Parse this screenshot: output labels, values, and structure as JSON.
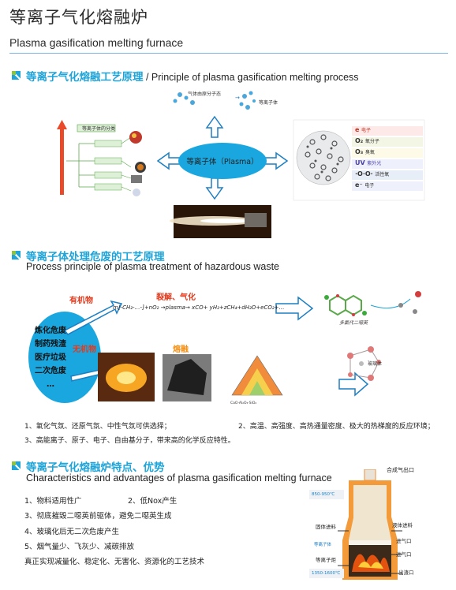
{
  "header": {
    "title_zh": "等离子气化熔融炉",
    "title_en": "Plasma gasification melting furnace"
  },
  "section1": {
    "heading_zh": "等离子气化熔融工艺原理",
    "heading_en": " / Principle of plasma gasification melting process",
    "center_label": "等离子体（Plasma）",
    "tree_title": "等离子体的分类",
    "top_note_a": "气体由原分子态",
    "top_note_b": "等离子体",
    "particles": [
      {
        "sym": "e",
        "text": "电子"
      },
      {
        "sym": "O₂",
        "text": "氧分子"
      },
      {
        "sym": "O₃",
        "text": "臭氧"
      },
      {
        "sym": "UV",
        "text": "紫外光"
      },
      {
        "sym": "·O·O·",
        "text": "活性氧"
      },
      {
        "sym": "e⁻",
        "text": "电子"
      }
    ]
  },
  "section2": {
    "heading_zh": "等离子体处理危废的工艺原理",
    "heading_en": "Process principle of plasma treatment of hazardous waste",
    "waste_items": [
      "炼化危废",
      "制药残渣",
      "医疗垃圾",
      "二次危废",
      "…"
    ],
    "organic": "有机物",
    "inorganic": "无机物",
    "pyrolysis": "裂解、气化",
    "melting": "熔融",
    "equation": "m[-CH₂-…-]+nO₂ →plasma→ xCO+ yH₂+zCH₄+dH₂O+eCO₂+…",
    "dioxin_label": "多氯代二噁英",
    "glass_label": "玻璃体",
    "ternary_axis": "CaO·Al₂O₃·SiO₂",
    "notes": [
      "1、氧化气氛、还原气氛、中性气氛可供选择；",
      "2、高温、高强度、高热通量密度、极大的热梯度的反应环境；",
      "3、高能离子、原子、电子、自由基分子，带来高的化学反应特性。"
    ]
  },
  "section3": {
    "heading_zh": "等离子气化熔融炉特点、优势",
    "heading_en": "Characteristics and advantages of plasma gasification melting furnace",
    "features": [
      "1、物料适用性广",
      "2、低Nox产生",
      "3、彻底摧毁二噁英前驱体，避免二噁英生成",
      "4、玻璃化后无二次危废产生",
      "5、烟气量少、飞灰少、减碳排放",
      "真正实现减量化、稳定化、无害化、资源化的工艺技术"
    ],
    "furnace": {
      "gas_outlet": "合成气出口",
      "temp_top": "850-950℃",
      "solid_feed": "固体进料",
      "liquid_feed": "液体进料",
      "air_inlet_1": "进气口",
      "air_inlet_2": "进气口",
      "plasma": "等离子体",
      "torch": "等离子炬",
      "temp_bottom": "1350-1600℃",
      "slag_outlet": "出渣口"
    }
  },
  "colors": {
    "accent_blue": "#1ea4d9",
    "arrow_blue": "#1c7fc4",
    "label_red": "#e23b1e",
    "label_orange": "#f39014"
  }
}
